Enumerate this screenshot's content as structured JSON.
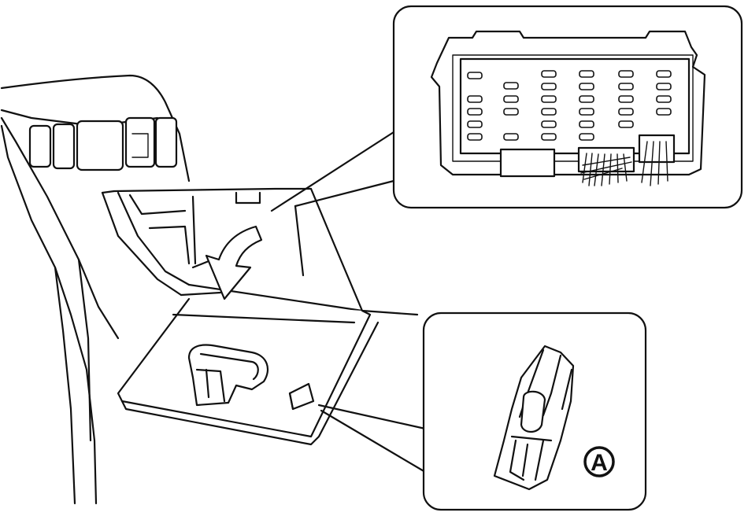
{
  "callout": {
    "letter": "A",
    "circle_color": "#111111"
  },
  "colors": {
    "line": "#111111",
    "background": "#ffffff"
  },
  "icons": [
    "arrow-down-curved-icon",
    "fuse-box",
    "clip-part"
  ]
}
